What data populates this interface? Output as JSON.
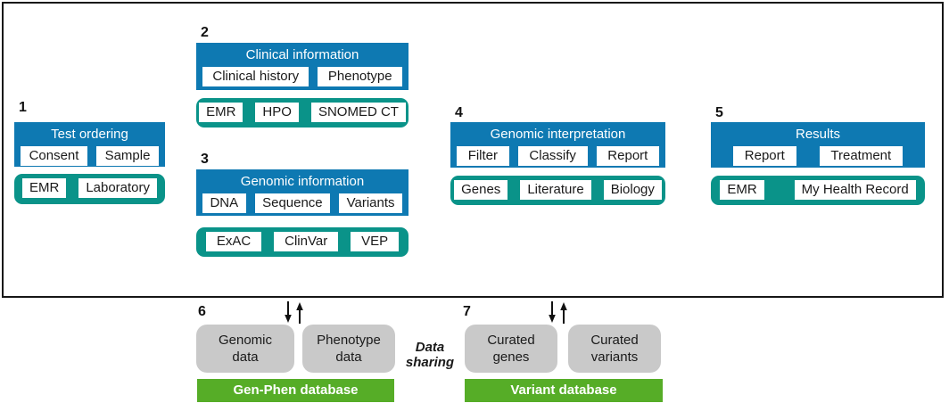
{
  "palette": {
    "blue": "#0e79b2",
    "teal": "#0a9389",
    "green": "#56ad27",
    "gray": "#c9c9c9",
    "border": "#161616"
  },
  "icons": {
    "arrow_down": "↓",
    "arrow_up": "↑"
  },
  "pipeline": {
    "stages": [
      {
        "number": "1",
        "title": "Test ordering",
        "steps": [
          "Consent",
          "Sample"
        ],
        "resources": [
          "EMR",
          "Laboratory"
        ]
      },
      {
        "number": "2",
        "title": "Clinical information",
        "steps": [
          "Clinical history",
          "Phenotype"
        ],
        "resources": [
          "EMR",
          "HPO",
          "SNOMED CT"
        ]
      },
      {
        "number": "3",
        "title": "Genomic information",
        "steps": [
          "DNA",
          "Sequence",
          "Variants"
        ],
        "resources": [
          "ExAC",
          "ClinVar",
          "VEP"
        ]
      },
      {
        "number": "4",
        "title": "Genomic interpretation",
        "steps": [
          "Filter",
          "Classify",
          "Report"
        ],
        "resources": [
          "Genes",
          "Literature",
          "Biology"
        ]
      },
      {
        "number": "5",
        "title": "Results",
        "steps": [
          "Report",
          "Treatment"
        ],
        "resources": [
          "EMR",
          "My Health Record"
        ]
      }
    ]
  },
  "databases": {
    "sharing_label": "Data sharing",
    "gen_phen": {
      "number": "6",
      "sources": [
        "Genomic data",
        "Phenotype data"
      ],
      "label": "Gen-Phen database"
    },
    "variant": {
      "number": "7",
      "sources": [
        "Curated genes",
        "Curated variants"
      ],
      "label": "Variant database"
    }
  }
}
